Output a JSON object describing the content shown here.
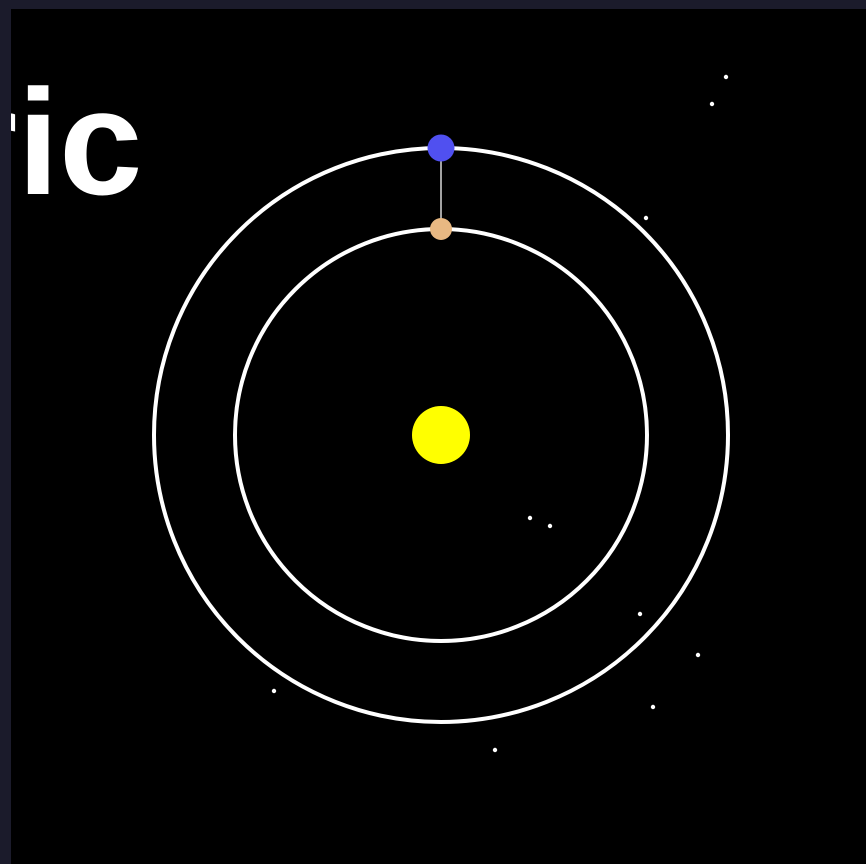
{
  "title": {
    "text": "ric"
  },
  "colors": {
    "frame": "#1b1b2b",
    "space": "#000000",
    "orbit": "#ffffff",
    "sun": "#ffff00",
    "inner_planet": "#e8b882",
    "outer_planet": "#5050f0",
    "connector": "#cccccc",
    "stars": "#ffffff"
  },
  "bodies": [
    {
      "name": "sun",
      "icon": "sun-icon"
    },
    {
      "name": "inner-planet",
      "icon": "planet-icon"
    },
    {
      "name": "outer-planet",
      "icon": "planet-icon"
    }
  ],
  "orbits": [
    {
      "name": "inner-orbit"
    },
    {
      "name": "outer-orbit"
    }
  ]
}
